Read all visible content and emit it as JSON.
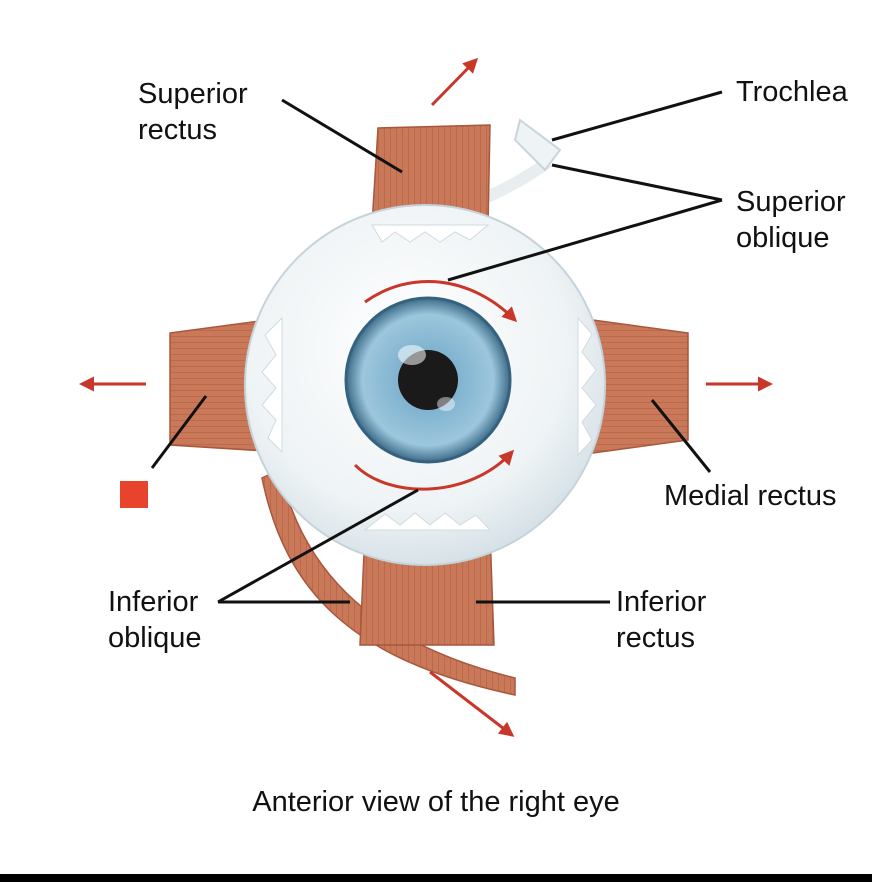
{
  "labels": {
    "superior_rectus": [
      "Superior",
      "rectus"
    ],
    "trochlea": [
      "Trochlea"
    ],
    "superior_oblique": [
      "Superior",
      "oblique"
    ],
    "medial_rectus": [
      "Medial rectus"
    ],
    "inferior_oblique": [
      "Inferior",
      "oblique"
    ],
    "inferior_rectus": [
      "Inferior",
      "rectus"
    ]
  },
  "caption": "Anterior view of the right eye",
  "colors": {
    "muscle": "#c9795a",
    "muscle_dark": "#a8573c",
    "arrow": "#c8372a",
    "marker": "#e8432c",
    "sclera": "#eef3f5",
    "iris": "#6fa3c1",
    "leader_line": "#111111"
  },
  "icons": [
    "eye-illustration",
    "movement-arrow",
    "rotation-arrow",
    "unlabeled-marker"
  ]
}
